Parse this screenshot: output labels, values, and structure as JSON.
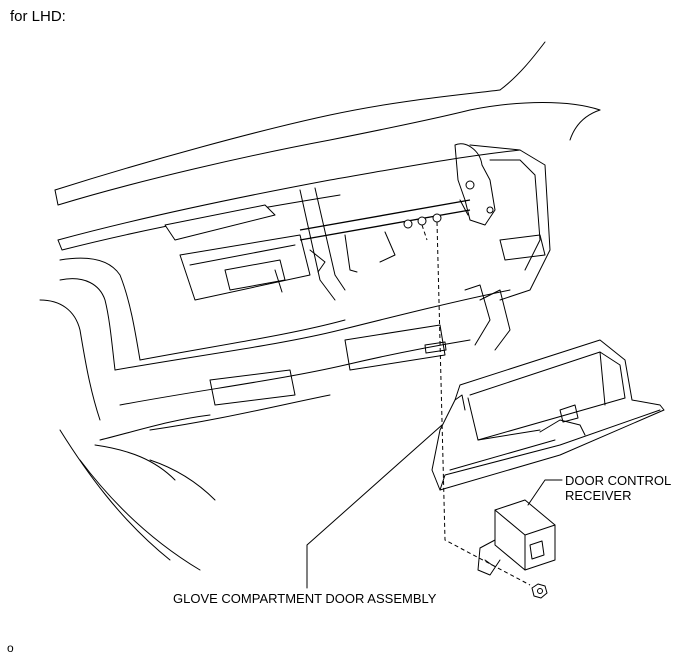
{
  "caption": "for LHD:",
  "labels": {
    "glove_door": "GLOVE COMPARTMENT DOOR ASSEMBLY",
    "receiver_line1": "DOOR CONTROL",
    "receiver_line2": "RECEIVER"
  },
  "footer_mark": "o"
}
